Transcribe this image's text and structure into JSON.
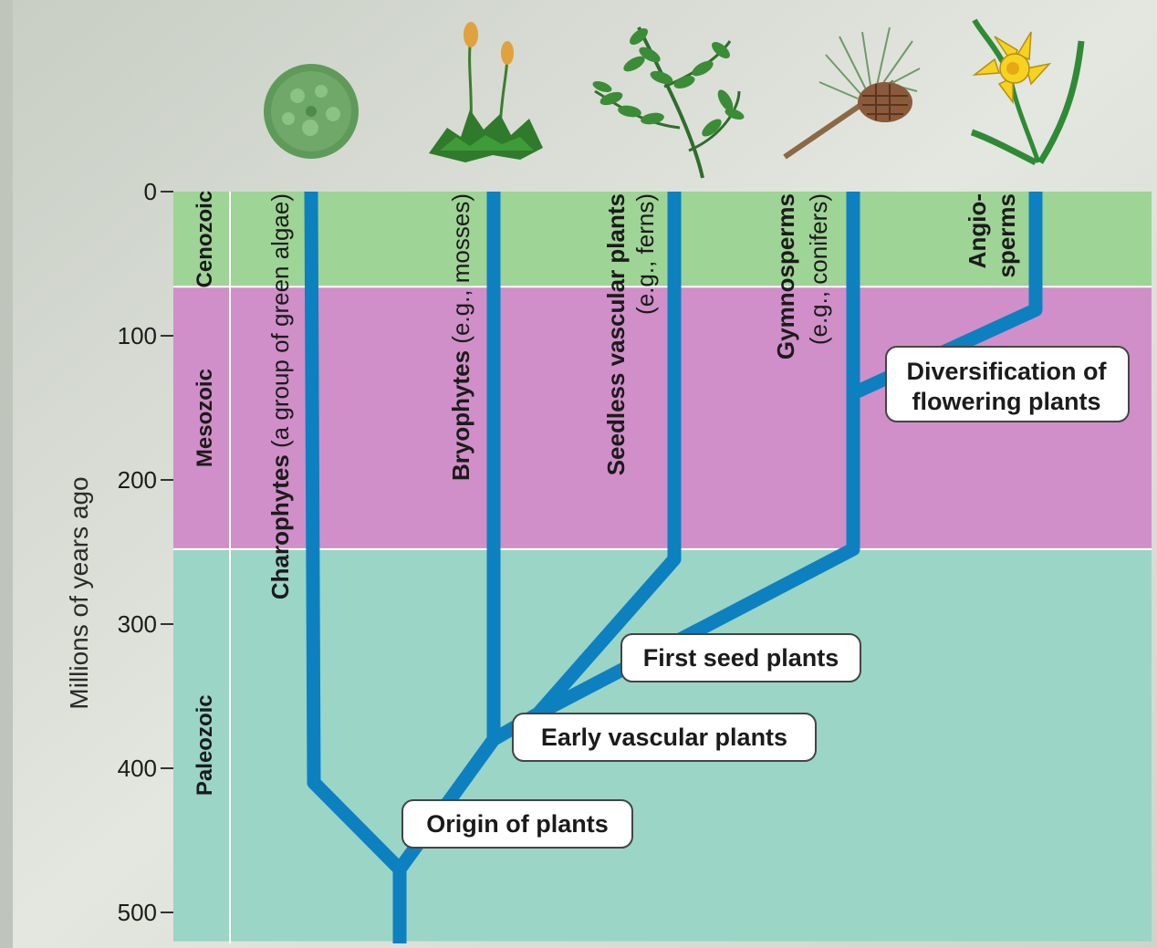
{
  "axis": {
    "title": "Millions of years ago",
    "ticks": [
      {
        "value": 0,
        "label": "0"
      },
      {
        "value": 100,
        "label": "100"
      },
      {
        "value": 200,
        "label": "200"
      },
      {
        "value": 300,
        "label": "300"
      },
      {
        "value": 400,
        "label": "400"
      },
      {
        "value": 500,
        "label": "500"
      }
    ]
  },
  "eras": [
    {
      "name": "Cenozoic",
      "from_mya": 0,
      "to_mya": 66,
      "color": "#9ed495"
    },
    {
      "name": "Mesozoic",
      "from_mya": 66,
      "to_mya": 248,
      "color": "#d08fc8"
    },
    {
      "name": "Paleozoic",
      "from_mya": 248,
      "to_mya": 520,
      "color": "#9ad5c6"
    }
  ],
  "groups": [
    {
      "bold": "Charophytes",
      "normal": " (a group of green algae)",
      "icon": "green-algae-icon"
    },
    {
      "bold": "Bryophytes",
      "normal": " (e.g., mosses)",
      "icon": "moss-icon"
    },
    {
      "bold": "Seedless vascular plants",
      "normal": "(e.g., ferns)",
      "icon": "fern-icon"
    },
    {
      "bold": "Gymnosperms",
      "normal": "(e.g., conifers)",
      "icon": "pine-cone-icon"
    },
    {
      "bold": "Angio-",
      "bold2": "sperms",
      "icon": "daffodil-icon"
    }
  ],
  "events": [
    {
      "label": "Origin of plants",
      "mya": 470
    },
    {
      "label": "Early vascular plants",
      "mya": 375
    },
    {
      "label": "First seed plants",
      "mya": 355
    },
    {
      "label": "Diversification of",
      "label2": "flowering plants",
      "mya": 140
    }
  ],
  "colors": {
    "branch": "#0d80c0",
    "frame": "#ffffff"
  }
}
